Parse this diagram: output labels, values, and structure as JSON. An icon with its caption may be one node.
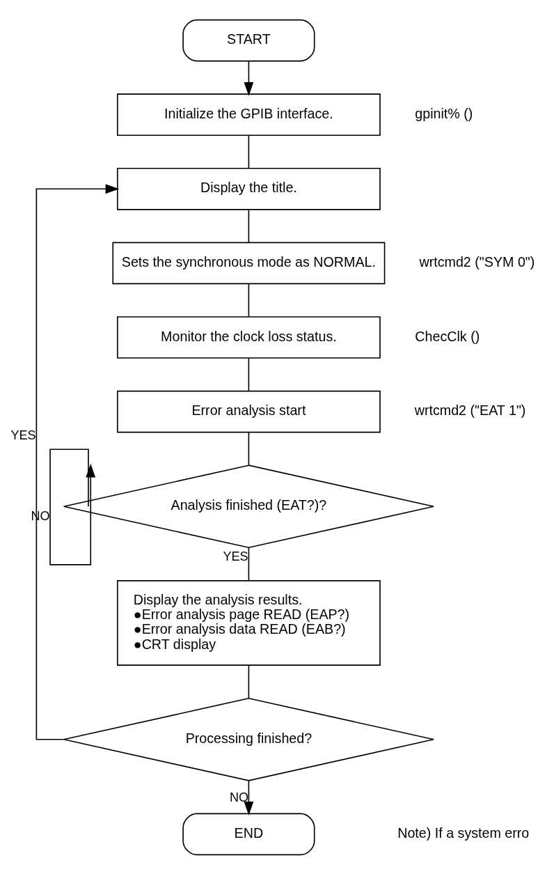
{
  "diagram": {
    "nodes": [
      {
        "text": [
          "START"
        ]
      },
      {
        "text": [
          "Initialize the GPIB interface."
        ],
        "beside": [
          "gpinit% ()"
        ]
      },
      {
        "text": [
          "Display the title."
        ]
      },
      {
        "text": [
          "Sets the synchronous mode as NORMAL."
        ],
        "beside": [
          "wrtcmd2 (\"SYM 0\")"
        ]
      },
      {
        "text": [
          "Monitor the clock loss status."
        ],
        "beside": [
          "ChecClk ()"
        ]
      },
      {
        "text": [
          "Error analysis start"
        ],
        "beside": [
          "wrtcmd2 (\"EAT 1\")"
        ]
      },
      {
        "text": [
          "Analysis finished (EAT?)?"
        ]
      },
      {
        "text": [
          "Display the analysis results.",
          "●Error analysis page READ (EAP?)",
          "●Error analysis data READ (EAB?)",
          "●CRT display"
        ]
      },
      {
        "text": [
          "Processing finished?"
        ]
      },
      {
        "text": [
          "END"
        ]
      }
    ],
    "edges": [
      {
        "from": 0,
        "to": 1,
        "arrow": "to"
      },
      {
        "from": 1,
        "to": 2,
        "arrow": "none"
      },
      {
        "from": 2,
        "to": 3,
        "arrow": "none"
      },
      {
        "from": 3,
        "to": 4,
        "arrow": "none"
      },
      {
        "from": 4,
        "to": 5,
        "arrow": "none"
      },
      {
        "from": 5,
        "to": 6,
        "arrow": "none"
      },
      {
        "from": 6,
        "to": 6,
        "arrow": "to",
        "label": "NO"
      },
      {
        "from": 6,
        "to": 7,
        "arrow": "none",
        "label": "YES"
      },
      {
        "from": 7,
        "to": 8,
        "arrow": "none"
      },
      {
        "from": 8,
        "to": 2,
        "arrow": "to",
        "label": "YES"
      },
      {
        "from": 8,
        "to": 9,
        "arrow": "to",
        "label": "NO"
      }
    ],
    "labels": [
      "Note) If a system erro"
    ]
  }
}
